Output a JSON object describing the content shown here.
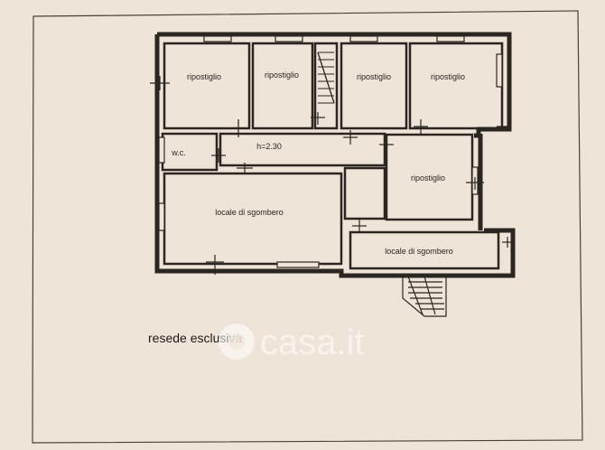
{
  "plan": {
    "rooms": [
      {
        "key": "ripostiglio_1",
        "label": "ripostiglio"
      },
      {
        "key": "ripostiglio_2",
        "label": "ripostiglio"
      },
      {
        "key": "ripostiglio_3",
        "label": "ripostiglio"
      },
      {
        "key": "ripostiglio_4",
        "label": "ripostiglio"
      },
      {
        "key": "wc",
        "label": "w.c."
      },
      {
        "key": "corridor_height",
        "label": "h=2.30"
      },
      {
        "key": "ripostiglio_5",
        "label": "ripostiglio"
      },
      {
        "key": "locale_sgombero_1",
        "label": "locale di sgombero"
      },
      {
        "key": "locale_sgombero_2",
        "label": "locale di sgombero"
      }
    ],
    "resede_label": "resede esclusiva",
    "watermark": "casa.it"
  },
  "colors": {
    "paper": "#efe4d8",
    "wall": "#2b2621",
    "outline": "#4a4038"
  }
}
